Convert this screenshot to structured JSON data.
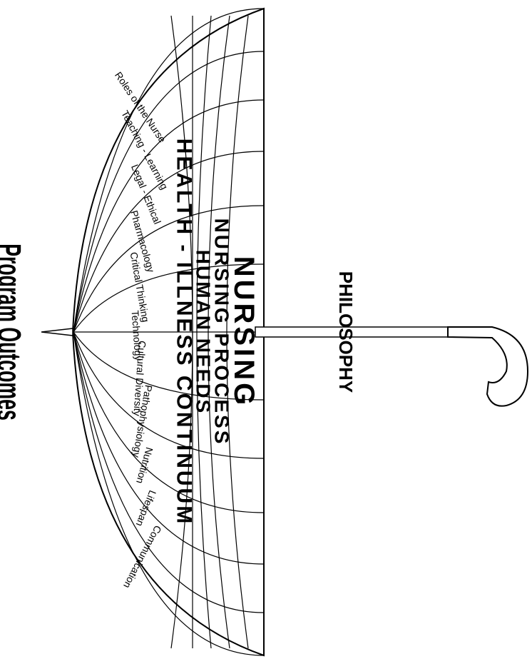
{
  "title": "Program Outcomes",
  "rib_labels": [
    "Roles of the Nurse",
    "Teaching - Learning",
    "Legal - Ethical",
    "Pharmacology",
    "Critical Thinking",
    "Technology",
    "Cultural Diversity",
    "Pathophysiology",
    "Nutrition",
    "Lifespan",
    "Communication"
  ],
  "bands": [
    "HEALTH - ILLNESS CONTINUUM",
    "HUMAN NEEDS",
    "NURSING PROCESS",
    "NURSING"
  ],
  "handle_label": "PHILOSOPHY",
  "colors": {
    "ink": "#000000",
    "paper": "#ffffff"
  }
}
